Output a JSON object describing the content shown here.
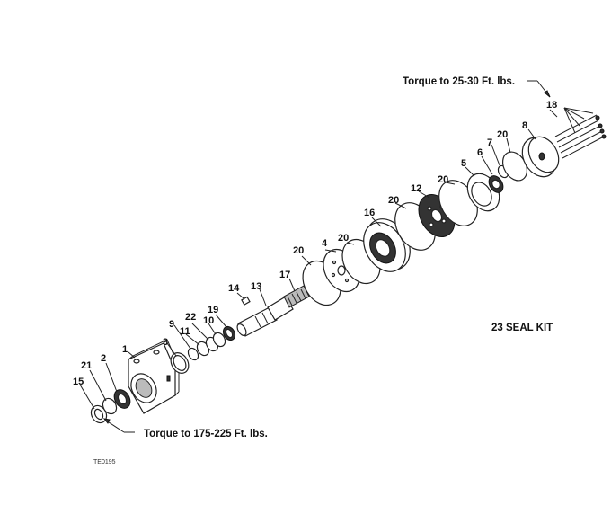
{
  "notes": {
    "torque_top": "Torque to 25-30 Ft. lbs.",
    "torque_bottom": "Torque to 175-225 Ft. lbs.",
    "seal_kit": "23 SEAL KIT",
    "figure_id": "TE0195"
  },
  "callouts": {
    "c1": "1",
    "c2": "2",
    "c3": "3",
    "c4": "4",
    "c5": "5",
    "c6": "6",
    "c7": "7",
    "c8": "8",
    "c9": "9",
    "c10": "10",
    "c11": "11",
    "c12": "12",
    "c13": "13",
    "c14": "14",
    "c15": "15",
    "c16": "16",
    "c17": "17",
    "c18": "18",
    "c19": "19",
    "c20a": "20",
    "c20b": "20",
    "c20c": "20",
    "c20d": "20",
    "c20e": "20",
    "c21": "21",
    "c22": "22"
  }
}
